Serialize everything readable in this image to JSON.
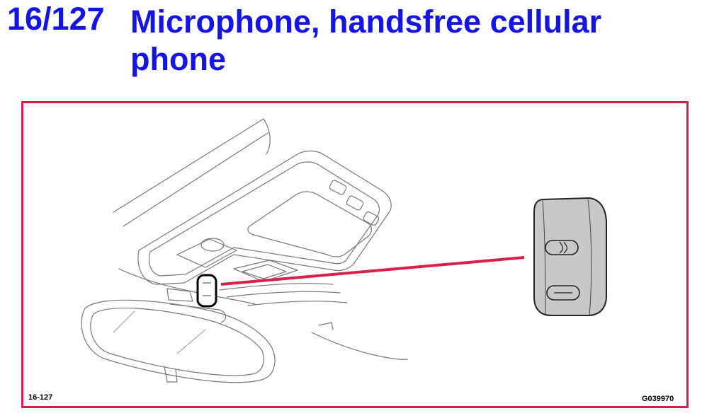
{
  "header": {
    "code": "16/127",
    "title": "Microphone, handsfree cellular phone"
  },
  "figure": {
    "label_left": "16-127",
    "label_right": "G039970"
  },
  "colors": {
    "title": "#1414e6",
    "frame": "#d8204a",
    "callout_line": "#d8204a",
    "microphone_fill": "#c8c8c8"
  },
  "icons": {
    "rearview_mirror": "rearview-mirror-icon",
    "overhead_console": "overhead-console-icon",
    "microphone": "microphone-icon",
    "microphone_closeup": "microphone-closeup-icon"
  }
}
